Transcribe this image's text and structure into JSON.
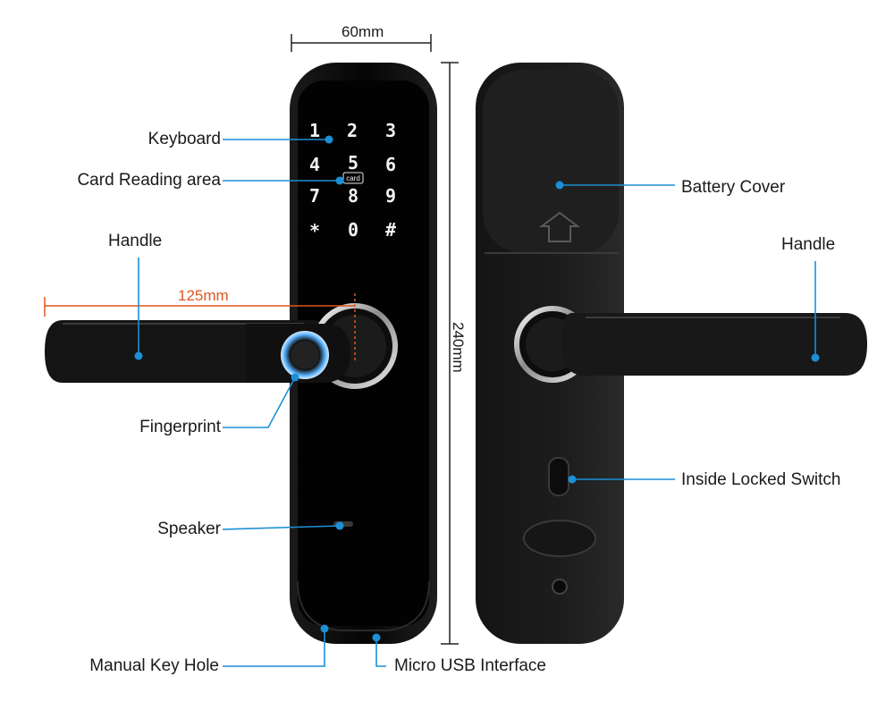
{
  "dimensions": {
    "width": "60mm",
    "height": "240mm",
    "handle_length": "125mm"
  },
  "keypad": {
    "keys": [
      "1",
      "2",
      "3",
      "4",
      "5",
      "6",
      "7",
      "8",
      "9",
      "*",
      "0",
      "#"
    ],
    "card_badge": "card"
  },
  "callouts": {
    "keyboard": "Keyboard",
    "card_reading_area": "Card Reading area",
    "handle_front": "Handle",
    "fingerprint": "Fingerprint",
    "speaker": "Speaker",
    "manual_key_hole": "Manual Key Hole",
    "micro_usb": "Micro USB Interface",
    "battery_cover": "Battery Cover",
    "handle_back": "Handle",
    "inside_locked_switch": "Inside Locked Switch"
  },
  "colors": {
    "lock_body": "#0b0b0b",
    "callout_line": "#1c8fd6",
    "dimension_accent": "#e0561c",
    "dimension_line": "#222222"
  }
}
